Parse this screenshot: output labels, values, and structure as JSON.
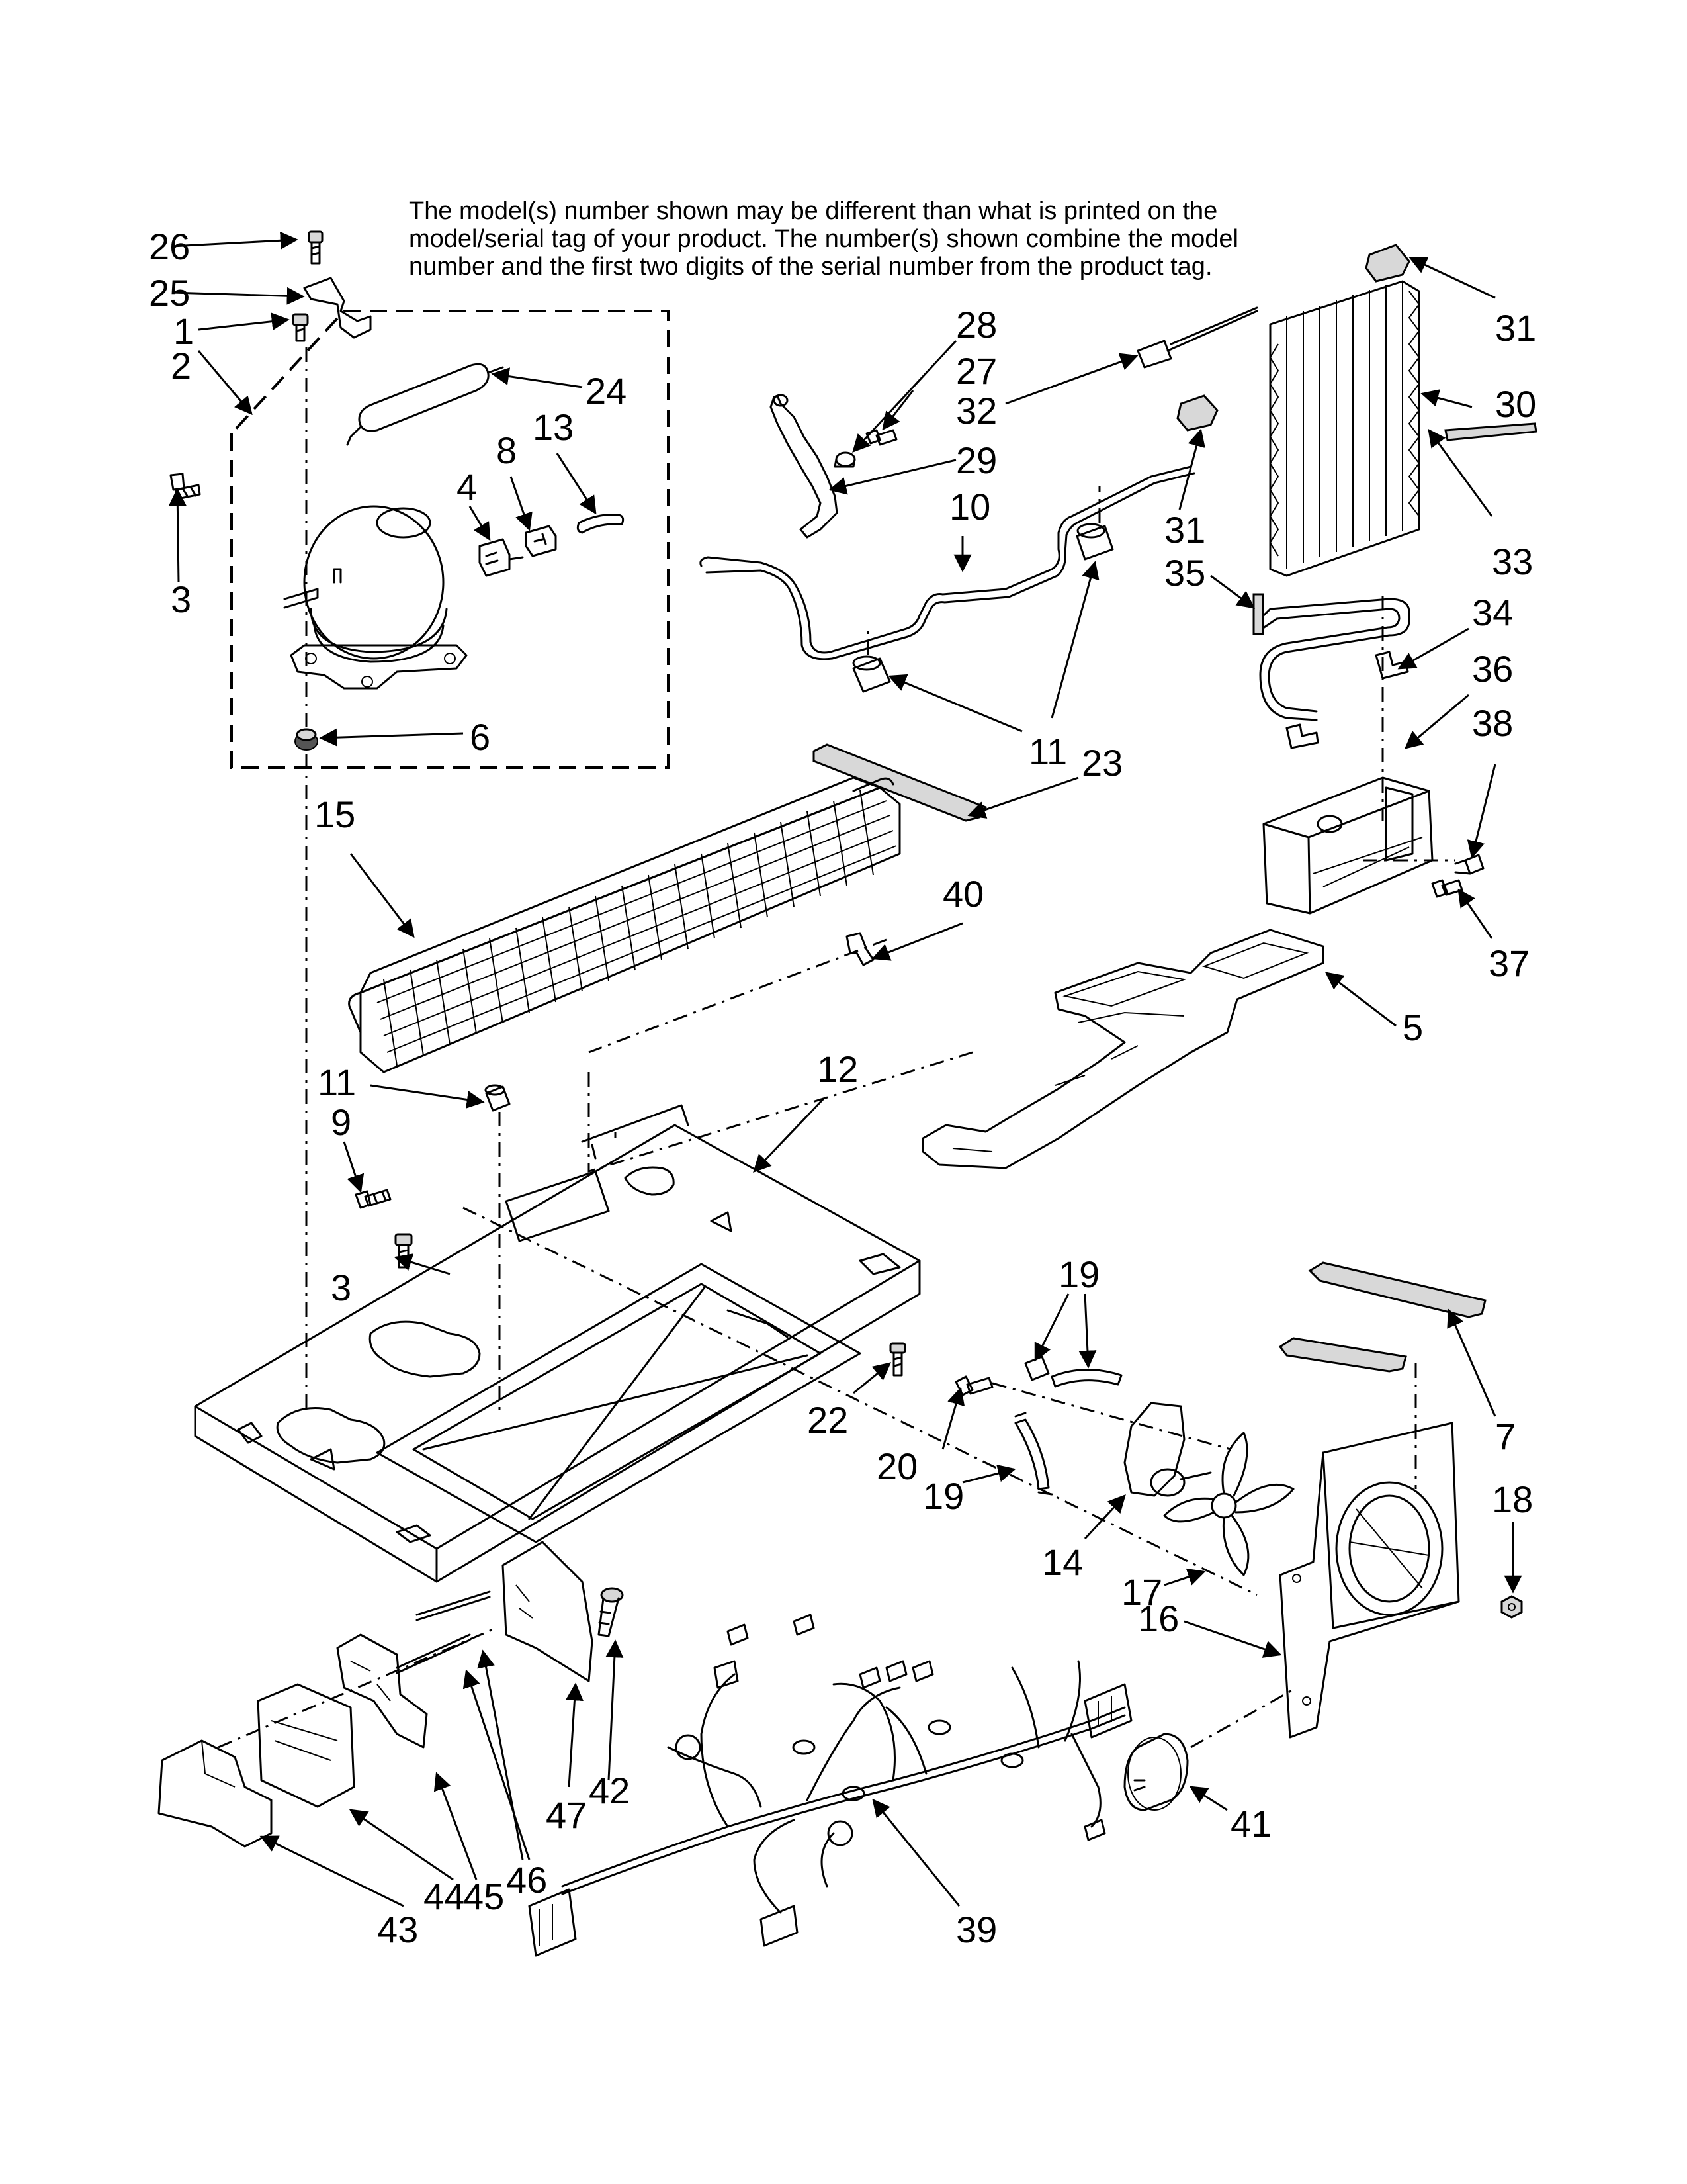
{
  "note": "The model(s) number shown may be different than what is printed on the model/serial tag of your product. The number(s) shown combine the model number and the first two digits of the serial number from the product tag.",
  "callouts": [
    "26",
    "25",
    "1",
    "2",
    "24",
    "3",
    "4",
    "8",
    "13",
    "6",
    "28",
    "27",
    "32",
    "29",
    "10",
    "11",
    "23",
    "31",
    "30",
    "33",
    "35",
    "34",
    "36",
    "38",
    "37",
    "15",
    "40",
    "5",
    "9",
    "12",
    "22",
    "7",
    "19",
    "20",
    "18",
    "14",
    "17",
    "16",
    "41",
    "47",
    "42",
    "46",
    "45",
    "44",
    "43",
    "39"
  ]
}
